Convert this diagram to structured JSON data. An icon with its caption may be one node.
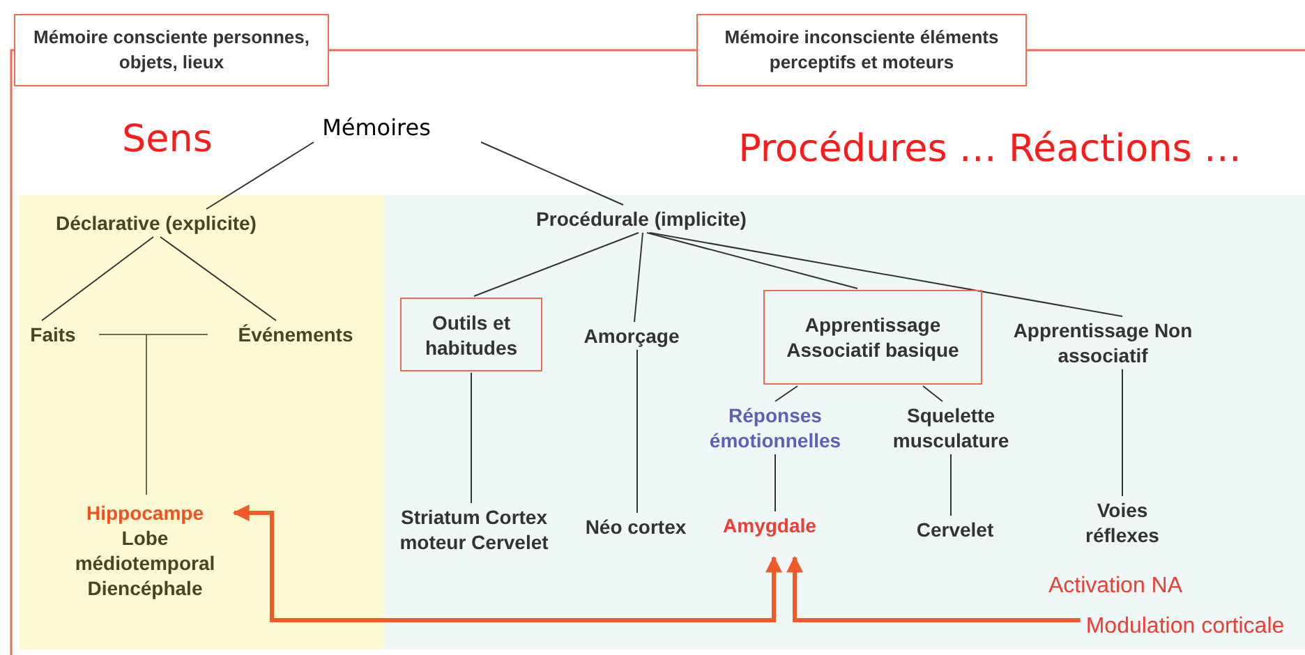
{
  "diagram": {
    "nodes": [
      {
        "text": [
          "Mémoire consciente personnes, objets, lieux"
        ]
      },
      {
        "text": [
          "Mémoire inconsciente éléments perceptifs et moteurs"
        ]
      },
      {
        "text": [
          "Mémoires"
        ]
      },
      {
        "text": [
          "Déclarative (explicite)"
        ]
      },
      {
        "text": [
          "Faits"
        ]
      },
      {
        "text": [
          "Événements"
        ]
      },
      {
        "text": [
          "Hippocampe",
          "Lobe médiotemporal Diencéphale"
        ]
      },
      {
        "text": [
          "Procédurale (implicite)"
        ]
      },
      {
        "text": [
          "Outils et habitudes"
        ]
      },
      {
        "text": [
          "Amorçage"
        ]
      },
      {
        "text": [
          "Apprentissage Associatif basique"
        ]
      },
      {
        "text": [
          "Apprentissage Non associatif"
        ]
      },
      {
        "text": [
          "Réponses émotionnelles"
        ]
      },
      {
        "text": [
          "Squelette musculature"
        ]
      },
      {
        "text": [
          "Striatum Cortex moteur Cervelet"
        ]
      },
      {
        "text": [
          "Néo cortex"
        ]
      },
      {
        "text": [
          "Amygdale"
        ]
      },
      {
        "text": [
          "Cervelet"
        ]
      },
      {
        "text": [
          "Voies réflexes"
        ]
      },
      {
        "text": [
          "Modulation corticale"
        ]
      }
    ],
    "edges": [
      {
        "from": 0,
        "to": 1,
        "arrow": "none",
        "color": "#f06a50"
      },
      {
        "from": 2,
        "to": 3,
        "arrow": "none"
      },
      {
        "from": 2,
        "to": 7,
        "arrow": "none"
      },
      {
        "from": 3,
        "to": 4,
        "arrow": "none"
      },
      {
        "from": 3,
        "to": 5,
        "arrow": "none"
      },
      {
        "from": 4,
        "to": 6,
        "arrow": "none"
      },
      {
        "from": 5,
        "to": 6,
        "arrow": "none"
      },
      {
        "from": 7,
        "to": 8,
        "arrow": "none"
      },
      {
        "from": 7,
        "to": 9,
        "arrow": "none"
      },
      {
        "from": 7,
        "to": 10,
        "arrow": "none"
      },
      {
        "from": 7,
        "to": 11,
        "arrow": "none"
      },
      {
        "from": 8,
        "to": 14,
        "arrow": "none"
      },
      {
        "from": 9,
        "to": 15,
        "arrow": "none"
      },
      {
        "from": 10,
        "to": 12,
        "arrow": "none"
      },
      {
        "from": 10,
        "to": 13,
        "arrow": "none"
      },
      {
        "from": 12,
        "to": 16,
        "arrow": "none"
      },
      {
        "from": 13,
        "to": 17,
        "arrow": "none"
      },
      {
        "from": 11,
        "to": 18,
        "arrow": "none"
      },
      {
        "from": 6,
        "to": 16,
        "arrow": "both",
        "style": "thick",
        "color": "#f05a28"
      },
      {
        "from": 19,
        "to": 16,
        "arrow": "to",
        "style": "thick",
        "color": "#f05a28"
      }
    ],
    "labels": [
      "Sens",
      "Procédures … Réactions …",
      "Activation NA"
    ]
  }
}
